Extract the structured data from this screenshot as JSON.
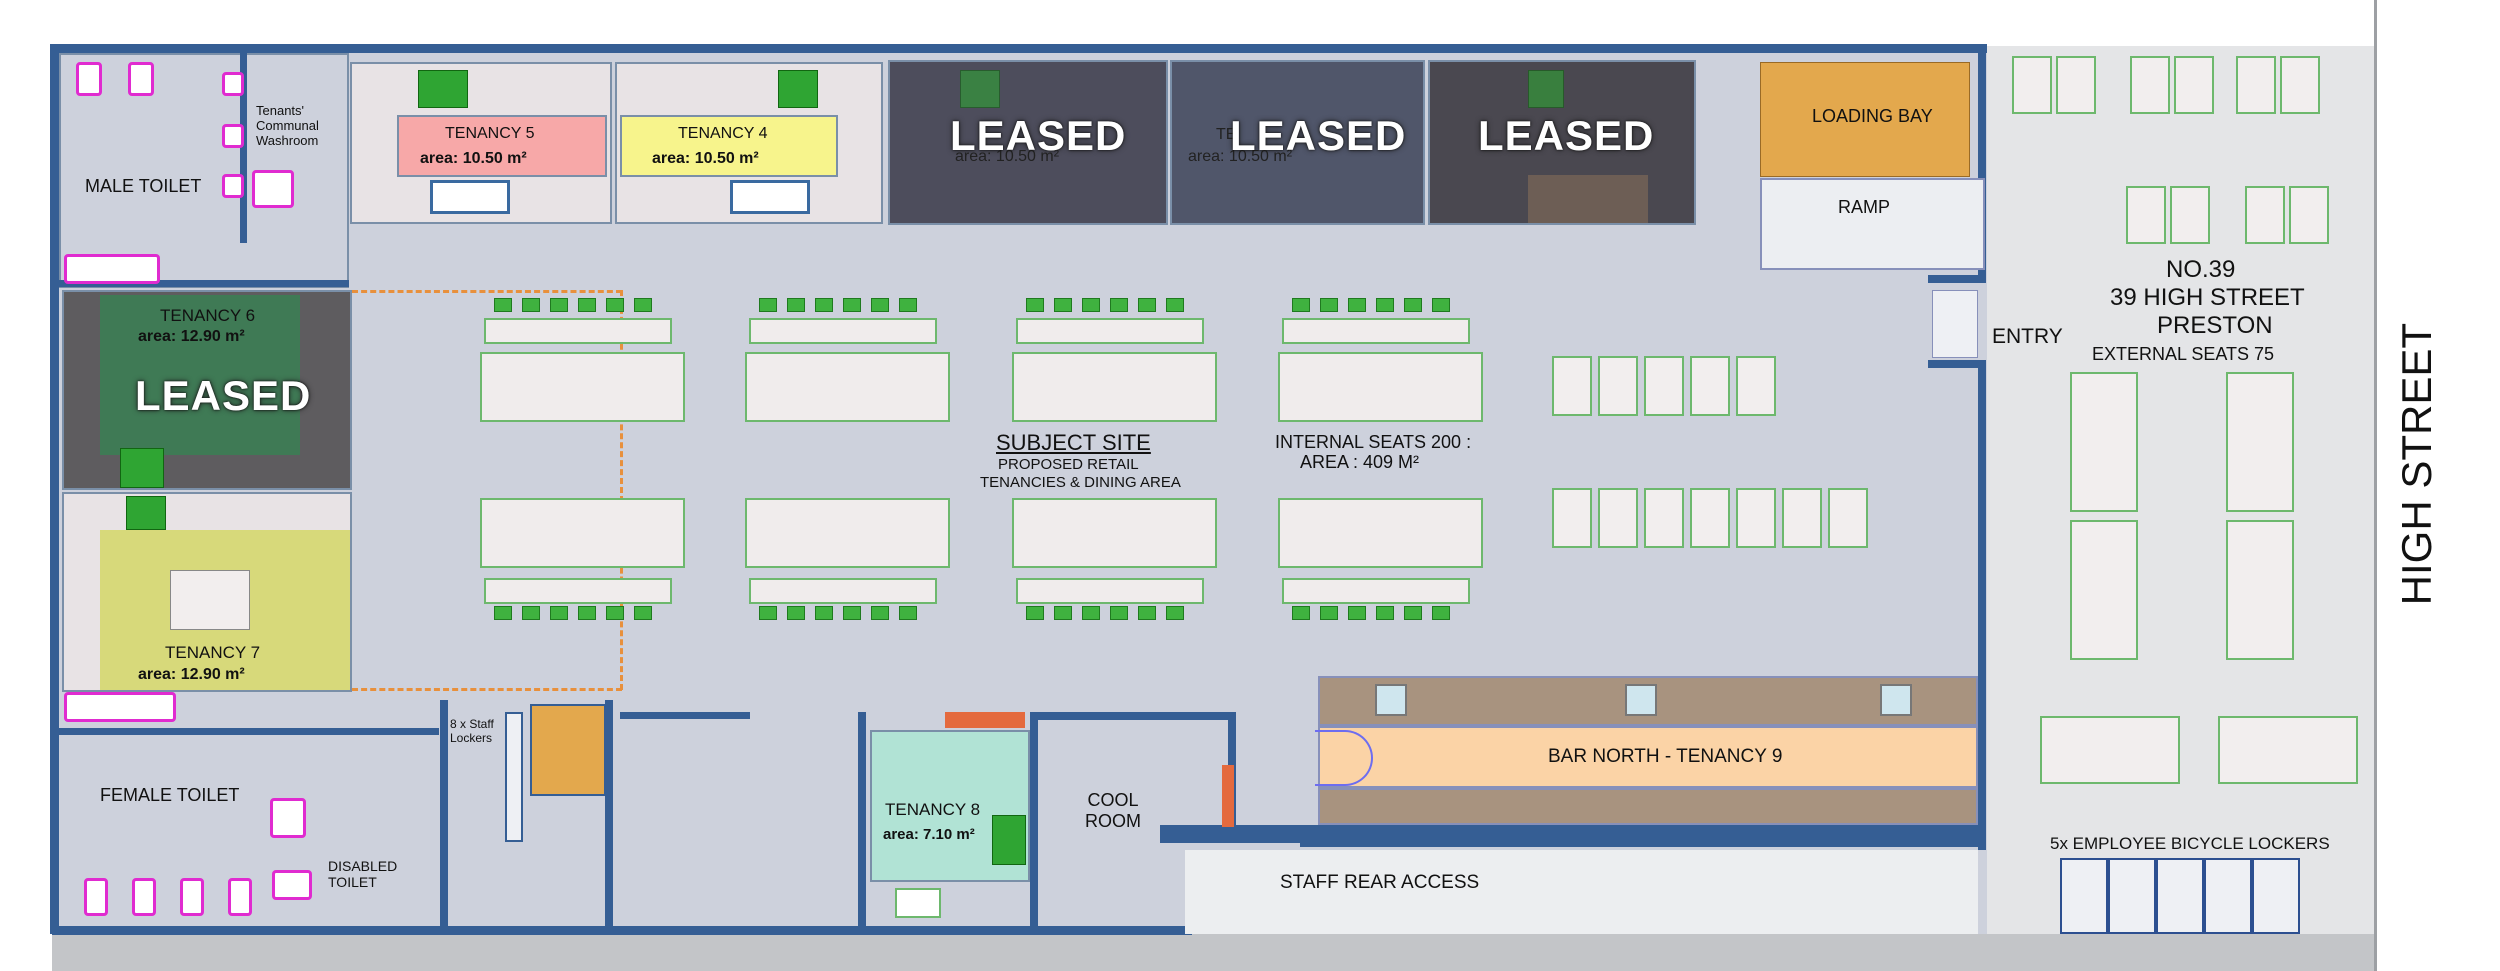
{
  "plan": {
    "male_toilet": "MALE TOILET",
    "tenants_washroom": [
      "Tenants'",
      "Communal",
      "Washroom"
    ],
    "female_toilet": "FEMALE TOILET",
    "disabled_toilet": [
      "DISABLED",
      "TOILET"
    ],
    "staff_lockers": [
      "8 x Staff",
      "Lockers"
    ],
    "tenancy5": {
      "name": "TENANCY 5",
      "area": "area: 10.50 m²"
    },
    "tenancy4": {
      "name": "TENANCY 4",
      "area": "area: 10.50 m²"
    },
    "tenancy3_area": "area: 10.50 m²",
    "tenancy2_area": "area: 10.50 m²",
    "tenancy2_name_fragment": "TE",
    "tenancy6": {
      "name": "TENANCY 6",
      "area": "area: 12.90 m²"
    },
    "tenancy7": {
      "name": "TENANCY 7",
      "area": "area: 12.90 m²"
    },
    "tenancy8": {
      "name": "TENANCY 8",
      "area": "area: 7.10 m²"
    },
    "leased": "LEASED",
    "loading_bay": "LOADING BAY",
    "ramp": "RAMP",
    "entry": "ENTRY",
    "subject_site": {
      "title": "SUBJECT SITE",
      "line1": "PROPOSED RETAIL",
      "line2": "TENANCIES & DINING AREA"
    },
    "internal_seats": {
      "line1": "INTERNAL SEATS 200 :",
      "line2": "AREA : 409 M²"
    },
    "cool_room": [
      "COOL",
      "ROOM"
    ],
    "bar": "BAR NORTH - TENANCY 9",
    "staff_rear_access": "STAFF REAR ACCESS",
    "address": {
      "line1": "NO.39",
      "line2": "39 HIGH STREET",
      "line3": "PRESTON"
    },
    "external_seats": "EXTERNAL SEATS  75",
    "bicycle_lockers": "5x EMPLOYEE BICYCLE LOCKERS",
    "street": "HIGH STREET"
  },
  "colors": {
    "floor": "#cdd1dc",
    "wall": "#355e94",
    "tenancy5": "#f7a8a8",
    "tenancy4": "#f7f48c",
    "tenancy6": "#3f7a55",
    "tenancy7": "#d7d97a",
    "tenancy8": "#b1e3d5",
    "leased_overlay": "#4d4d5c",
    "loading_bay": "#e3a84d",
    "bar": "#fbd3a6",
    "bar_counter": "#a8937f"
  }
}
